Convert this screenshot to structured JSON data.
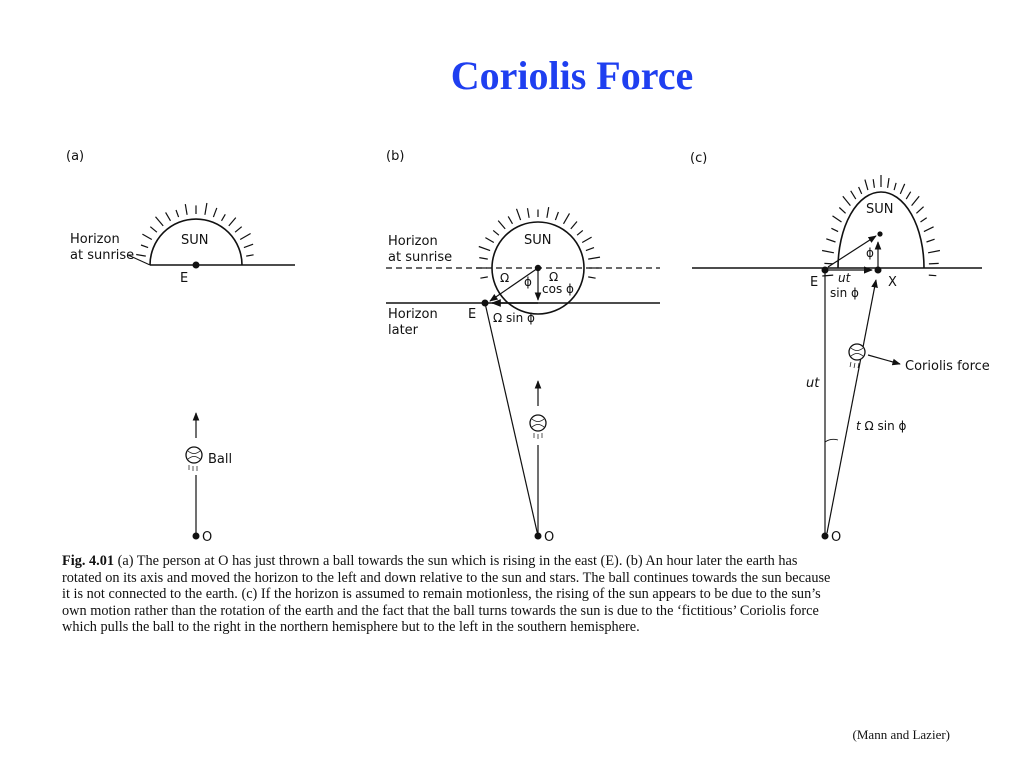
{
  "slide": {
    "title": "Coriolis Force",
    "credit": "(Mann and Lazier)"
  },
  "figure": {
    "panel_a": {
      "label": "(a)",
      "sun": "SUN",
      "horizon_line1": "Horizon",
      "horizon_line2": "at sunrise",
      "east": "E",
      "ball": "Ball",
      "origin": "O"
    },
    "panel_b": {
      "label": "(b)",
      "sun": "SUN",
      "horizon_sunrise_line1": "Horizon",
      "horizon_sunrise_line2": "at sunrise",
      "horizon_later_line1": "Horizon",
      "horizon_later_line2": "later",
      "east": "E",
      "omega_left": "Ω",
      "phi": "ϕ",
      "omega_right": "Ω",
      "cos_phi": "cos ϕ",
      "omega_sin_phi": "Ω sin ϕ",
      "origin": "O"
    },
    "panel_c": {
      "label": "(c)",
      "sun": "SUN",
      "phi": "ϕ",
      "east": "E",
      "ut_top": "ut",
      "sin_phi": "sin ϕ",
      "x_point": "X",
      "coriolis": "Coriolis force",
      "ut_side": "ut",
      "t_omega_t": "t",
      "t_omega_rest": " Ω sin ϕ",
      "origin": "O"
    },
    "caption": {
      "fig_label": "Fig. 4.01",
      "lines": [
        " (a) The person at O has just thrown a ball towards the sun which is rising in the east (E). (b) An hour later the earth has",
        "rotated on its axis and moved the horizon to the left and down relative to the sun and stars. The ball continues towards the sun because",
        "it is not connected to the earth. (c) If the horizon is assumed to remain motionless, the rising of the sun appears to be due to the sun’s",
        "own motion rather than the rotation of the earth and the fact that the ball turns towards the sun is due to the ‘fictitious’ Coriolis force",
        "which pulls the ball to the right in the northern hemisphere but to the left in the southern hemisphere."
      ]
    }
  },
  "colors": {
    "title": "#1f3ff0",
    "ink": "#111111"
  }
}
